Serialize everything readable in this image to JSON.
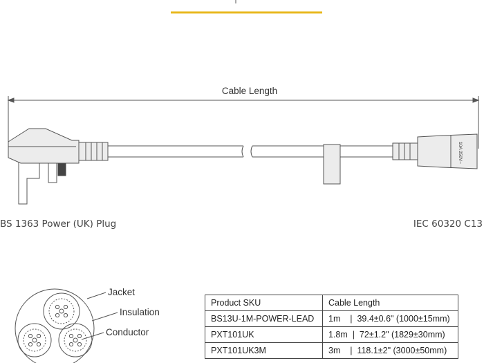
{
  "dimension": {
    "cable_length_label": "Cable Length"
  },
  "connectors": {
    "left_caption": "BS 1363 Power (UK) Plug",
    "right_caption": "IEC 60320 C13",
    "c13_rating_text": "10A 250V~"
  },
  "cross_section": {
    "labels": {
      "jacket": "Jacket",
      "insulation": "Insulation",
      "conductor": "Conductor"
    }
  },
  "table": {
    "headers": [
      "Product SKU",
      "Cable Length"
    ],
    "rows": [
      [
        "BS13U-1M-POWER-LEAD",
        "1m    |  39.4±0.6\" (1000±15mm)"
      ],
      [
        "PXT101UK",
        "1.8m  |  72±1.2\" (1829±30mm)"
      ],
      [
        "PXT101UK3M",
        "3m    |  118.1±2\" (3000±50mm)"
      ]
    ]
  },
  "colors": {
    "accent": "#e8b820",
    "line": "#555555",
    "connector_fill": "#ececec"
  }
}
